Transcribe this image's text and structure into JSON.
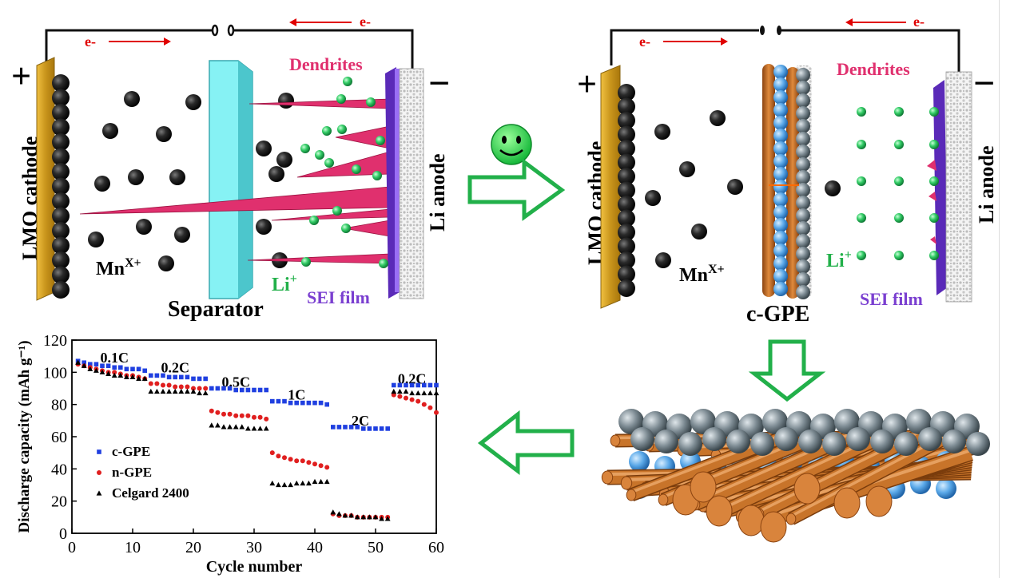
{
  "left_cell": {
    "electron_left": "e-",
    "electron_right": "e-",
    "cathode_label": "LMO cathode",
    "anode_label": "Li anode",
    "plus_sign": "+",
    "minus_sign": "−",
    "dendrites_label": "Dendrites",
    "mn_label": "Mn",
    "mn_sup": "X+",
    "li_label": "Li",
    "li_sup": "+",
    "separator_label": "Separator",
    "sei_label": "SEI film"
  },
  "right_cell": {
    "electron_left": "e-",
    "electron_right": "e-",
    "cathode_label": "LMO cathode",
    "anode_label": "Li anode",
    "plus_sign": "+",
    "minus_sign": "−",
    "dendrites_label": "Dendrites",
    "mn_label": "Mn",
    "mn_sup": "X+",
    "li_label": "Li",
    "li_sup": "+",
    "separator_label": "c-GPE",
    "sei_label": "SEI film"
  },
  "colors": {
    "cathode": "#d9a520",
    "separator": "#7ff0f2",
    "dendrite": "#e0306e",
    "li_ion": "#2fbf55",
    "mn_ion": "#1a1a1a",
    "sei": "#7a3fd0",
    "arrow": "#22b04a",
    "fiber": "#c8742a",
    "blue_particle": "#5aa8e8",
    "series_cgpe": "#1f3fe0",
    "series_ngpe": "#e01f1f",
    "series_celgard": "#000000"
  },
  "chart_data": {
    "type": "scatter",
    "xlabel": "Cycle number",
    "ylabel": "Discharge capacity (mAh g⁻¹)",
    "xlim": [
      0,
      60
    ],
    "ylim": [
      0,
      120
    ],
    "x_ticks": [
      "0",
      "10",
      "20",
      "30",
      "40",
      "50",
      "60"
    ],
    "y_ticks": [
      "0",
      "20",
      "40",
      "60",
      "80",
      "100",
      "120"
    ],
    "grid": false,
    "legend_position": "left-middle",
    "rate_labels": [
      {
        "text": "0.1C",
        "x": 7,
        "y": 106
      },
      {
        "text": "0.2C",
        "x": 17,
        "y": 100
      },
      {
        "text": "0.5C",
        "x": 27,
        "y": 91
      },
      {
        "text": "1C",
        "x": 37,
        "y": 83
      },
      {
        "text": "2C",
        "x": 47.5,
        "y": 67
      },
      {
        "text": "0.2C",
        "x": 56,
        "y": 93
      }
    ],
    "series": [
      {
        "name": "c-GPE",
        "marker": "square",
        "points": [
          [
            1,
            107
          ],
          [
            2,
            106
          ],
          [
            3,
            105
          ],
          [
            4,
            105
          ],
          [
            5,
            104
          ],
          [
            6,
            104
          ],
          [
            7,
            103
          ],
          [
            8,
            103
          ],
          [
            9,
            102
          ],
          [
            10,
            102
          ],
          [
            11,
            102
          ],
          [
            12,
            101
          ],
          [
            13,
            98
          ],
          [
            14,
            98
          ],
          [
            15,
            98
          ],
          [
            16,
            97
          ],
          [
            17,
            97
          ],
          [
            18,
            97
          ],
          [
            19,
            97
          ],
          [
            20,
            96
          ],
          [
            21,
            96
          ],
          [
            22,
            96
          ],
          [
            23,
            90
          ],
          [
            24,
            90
          ],
          [
            25,
            90
          ],
          [
            26,
            90
          ],
          [
            27,
            89
          ],
          [
            28,
            89
          ],
          [
            29,
            89
          ],
          [
            30,
            89
          ],
          [
            31,
            89
          ],
          [
            32,
            89
          ],
          [
            33,
            82
          ],
          [
            34,
            82
          ],
          [
            35,
            82
          ],
          [
            36,
            81
          ],
          [
            37,
            81
          ],
          [
            38,
            81
          ],
          [
            39,
            81
          ],
          [
            40,
            81
          ],
          [
            41,
            81
          ],
          [
            42,
            80
          ],
          [
            43,
            66
          ],
          [
            44,
            66
          ],
          [
            45,
            66
          ],
          [
            46,
            66
          ],
          [
            47,
            66
          ],
          [
            48,
            65
          ],
          [
            49,
            65
          ],
          [
            50,
            65
          ],
          [
            51,
            65
          ],
          [
            52,
            65
          ],
          [
            53,
            92
          ],
          [
            54,
            92
          ],
          [
            55,
            92
          ],
          [
            56,
            92
          ],
          [
            57,
            92
          ],
          [
            58,
            92
          ],
          [
            59,
            92
          ],
          [
            60,
            92
          ]
        ]
      },
      {
        "name": "n-GPE",
        "marker": "circle",
        "points": [
          [
            1,
            105
          ],
          [
            2,
            104
          ],
          [
            3,
            103
          ],
          [
            4,
            102
          ],
          [
            5,
            101
          ],
          [
            6,
            100
          ],
          [
            7,
            100
          ],
          [
            8,
            99
          ],
          [
            9,
            98
          ],
          [
            10,
            98
          ],
          [
            11,
            97
          ],
          [
            12,
            96
          ],
          [
            13,
            93
          ],
          [
            14,
            93
          ],
          [
            15,
            92
          ],
          [
            16,
            92
          ],
          [
            17,
            91
          ],
          [
            18,
            91
          ],
          [
            19,
            91
          ],
          [
            20,
            90
          ],
          [
            21,
            90
          ],
          [
            22,
            90
          ],
          [
            23,
            76
          ],
          [
            24,
            75
          ],
          [
            25,
            74
          ],
          [
            26,
            74
          ],
          [
            27,
            73
          ],
          [
            28,
            73
          ],
          [
            29,
            73
          ],
          [
            30,
            72
          ],
          [
            31,
            72
          ],
          [
            32,
            71
          ],
          [
            33,
            50
          ],
          [
            34,
            48
          ],
          [
            35,
            47
          ],
          [
            36,
            46
          ],
          [
            37,
            45
          ],
          [
            38,
            45
          ],
          [
            39,
            44
          ],
          [
            40,
            43
          ],
          [
            41,
            42
          ],
          [
            42,
            41
          ],
          [
            43,
            12
          ],
          [
            44,
            11
          ],
          [
            45,
            11
          ],
          [
            46,
            11
          ],
          [
            47,
            10
          ],
          [
            48,
            10
          ],
          [
            49,
            10
          ],
          [
            50,
            10
          ],
          [
            51,
            10
          ],
          [
            52,
            10
          ],
          [
            53,
            86
          ],
          [
            54,
            85
          ],
          [
            55,
            84
          ],
          [
            56,
            83
          ],
          [
            57,
            82
          ],
          [
            58,
            80
          ],
          [
            59,
            78
          ],
          [
            60,
            75
          ]
        ]
      },
      {
        "name": "Celgard 2400",
        "marker": "triangle",
        "points": [
          [
            1,
            106
          ],
          [
            2,
            104
          ],
          [
            3,
            102
          ],
          [
            4,
            101
          ],
          [
            5,
            100
          ],
          [
            6,
            99
          ],
          [
            7,
            98
          ],
          [
            8,
            98
          ],
          [
            9,
            97
          ],
          [
            10,
            97
          ],
          [
            11,
            96
          ],
          [
            12,
            96
          ],
          [
            13,
            88
          ],
          [
            14,
            88
          ],
          [
            15,
            88
          ],
          [
            16,
            88
          ],
          [
            17,
            88
          ],
          [
            18,
            88
          ],
          [
            19,
            88
          ],
          [
            20,
            88
          ],
          [
            21,
            87
          ],
          [
            22,
            87
          ],
          [
            23,
            67
          ],
          [
            24,
            67
          ],
          [
            25,
            66
          ],
          [
            26,
            66
          ],
          [
            27,
            66
          ],
          [
            28,
            66
          ],
          [
            29,
            65
          ],
          [
            30,
            65
          ],
          [
            31,
            65
          ],
          [
            32,
            65
          ],
          [
            33,
            31
          ],
          [
            34,
            30
          ],
          [
            35,
            30
          ],
          [
            36,
            30
          ],
          [
            37,
            31
          ],
          [
            38,
            31
          ],
          [
            39,
            31
          ],
          [
            40,
            32
          ],
          [
            41,
            32
          ],
          [
            42,
            32
          ],
          [
            43,
            13
          ],
          [
            44,
            12
          ],
          [
            45,
            11
          ],
          [
            46,
            11
          ],
          [
            47,
            10
          ],
          [
            48,
            10
          ],
          [
            49,
            10
          ],
          [
            50,
            10
          ],
          [
            51,
            9
          ],
          [
            52,
            9
          ],
          [
            53,
            88
          ],
          [
            54,
            88
          ],
          [
            55,
            88
          ],
          [
            56,
            87
          ],
          [
            57,
            87
          ],
          [
            58,
            87
          ],
          [
            59,
            87
          ],
          [
            60,
            87
          ]
        ]
      }
    ]
  }
}
